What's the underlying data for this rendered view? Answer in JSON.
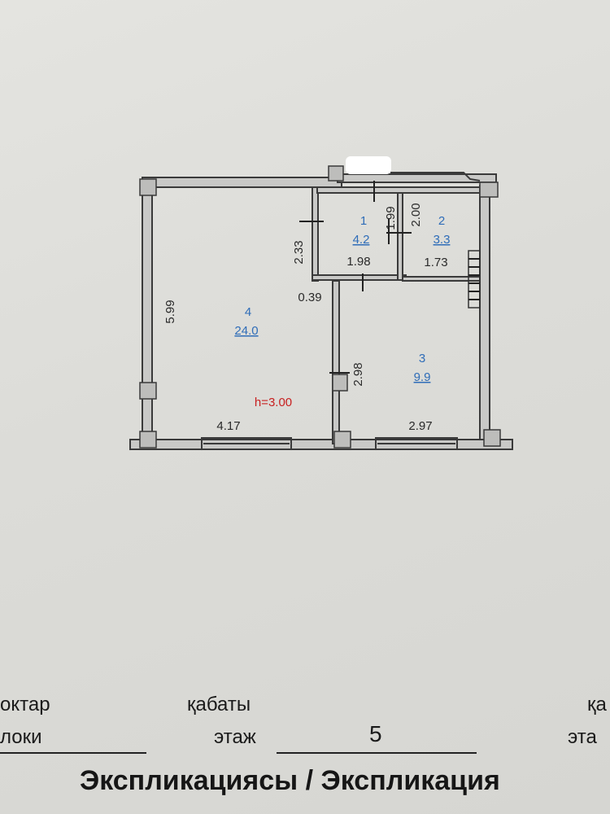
{
  "plan": {
    "rooms": [
      {
        "number": "1",
        "area": "4.2"
      },
      {
        "number": "2",
        "area": "3.3"
      },
      {
        "number": "3",
        "area": "9.9"
      },
      {
        "number": "4",
        "area": "24.0"
      }
    ],
    "dimensions": {
      "room4_height": "5.99",
      "room4_width": "4.17",
      "room1_height": "2.33",
      "room1_width": "1.98",
      "room1_inner": "1.99",
      "room2_height": "2.00",
      "room2_width": "1.73",
      "room3_height": "2.98",
      "room3_width": "2.97",
      "gap": "0.39"
    },
    "ceiling_height": "h=3.00"
  },
  "form": {
    "left_label_1": "октар",
    "left_label_2": "локи",
    "floor_label_kz": "қабаты",
    "floor_label_ru": "этаж",
    "floor_value": "5",
    "right_label_1": "қа",
    "right_label_2": "эта",
    "title": "Экспликациясы / Экспликация"
  }
}
